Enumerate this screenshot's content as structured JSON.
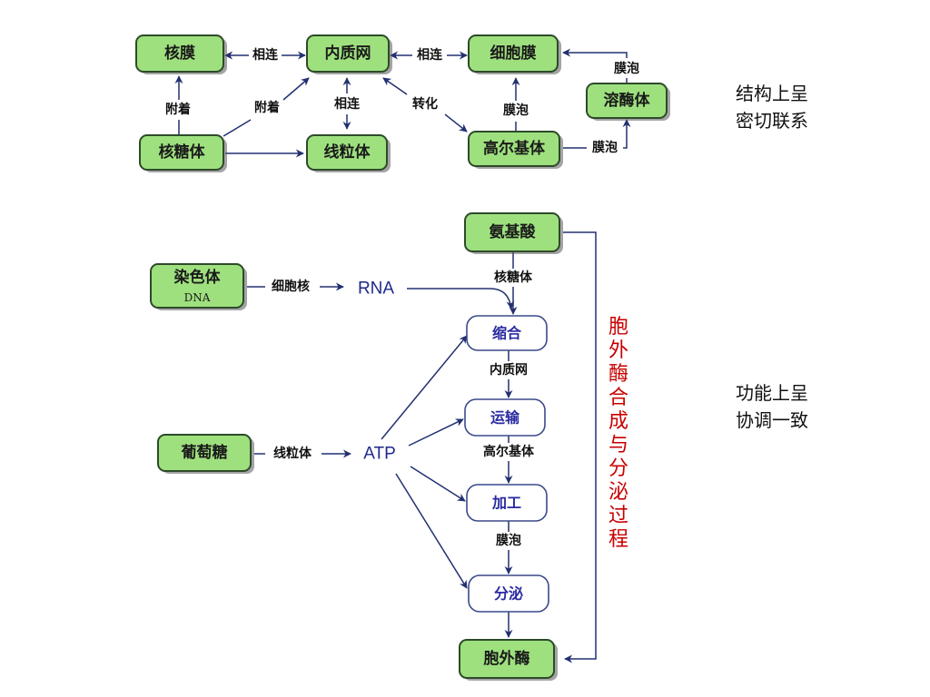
{
  "top": {
    "nodes": {
      "nuclear_membrane": "核膜",
      "er": "内质网",
      "cell_membrane": "细胞膜",
      "lysosome": "溶酶体",
      "ribosome": "核糖体",
      "mitochondria": "线粒体",
      "golgi": "高尔基体"
    },
    "edges": {
      "connected_1": "相连",
      "connected_2": "相连",
      "connected_3": "相连",
      "attached_1": "附着",
      "attached_2": "附着",
      "transform": "转化",
      "vesicle_1": "膜泡",
      "vesicle_2": "膜泡",
      "vesicle_3": "膜泡"
    },
    "note": [
      "结构上呈",
      "密切联系"
    ]
  },
  "bottom": {
    "nodes": {
      "amino_acid": "氨基酸",
      "chromosome": "染色体",
      "dna": "DNA",
      "rna": "RNA",
      "glucose": "葡萄糖",
      "atp": "ATP",
      "condense": "缩合",
      "transport": "运输",
      "process": "加工",
      "secrete": "分泌",
      "enzyme": "胞外酶"
    },
    "edges": {
      "nucleus": "细胞核",
      "ribosome": "核糖体",
      "er": "内质网",
      "mitochondria": "线粒体",
      "golgi": "高尔基体",
      "vesicle": "膜泡"
    },
    "vertical_label": "胞外酶合成与分泌过程",
    "note": [
      "功能上呈",
      "协调一致"
    ]
  }
}
